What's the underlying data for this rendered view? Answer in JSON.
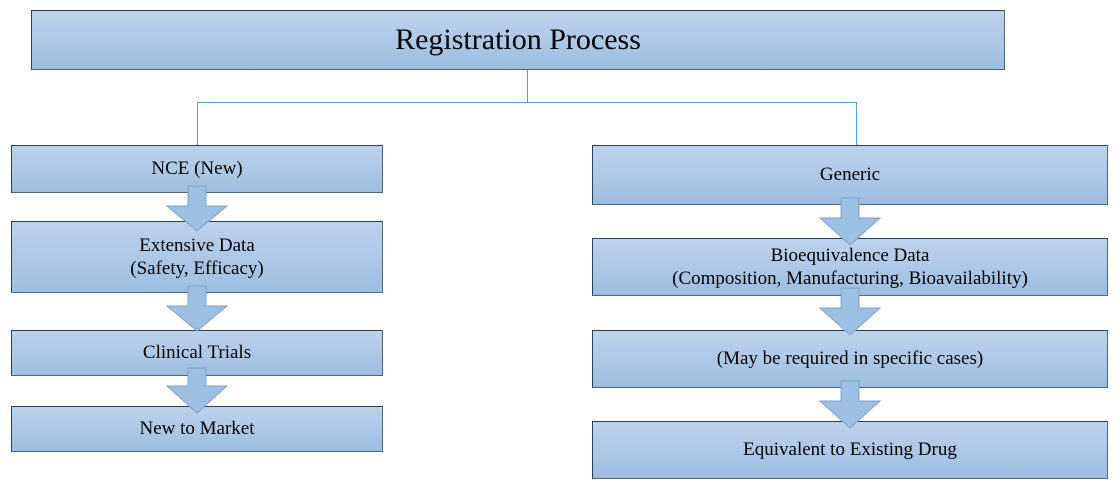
{
  "diagram": {
    "title": "Registration Process",
    "branches": [
      {
        "id": "nce",
        "name": "NCE (New)",
        "steps": [
          {
            "line1": "NCE (New)",
            "line2": ""
          },
          {
            "line1": "Extensive Data",
            "line2": "(Safety, Efficacy)"
          },
          {
            "line1": "Clinical Trials",
            "line2": ""
          },
          {
            "line1": "New to Market",
            "line2": ""
          }
        ]
      },
      {
        "id": "generic",
        "name": "Generic",
        "steps": [
          {
            "line1": "Generic",
            "line2": ""
          },
          {
            "line1": "Bioequivalence Data",
            "line2": "(Composition, Manufacturing, Bioavailability)"
          },
          {
            "line1": "(May be required in specific cases)",
            "line2": ""
          },
          {
            "line1": "Equivalent to Existing Drug",
            "line2": ""
          }
        ]
      }
    ],
    "colors": {
      "box_fill_top": "#bcd2ec",
      "box_fill_bottom": "#9dbde0",
      "box_border": "#2f3f4f",
      "arrow_fill": "#9dbfe2",
      "arrow_border": "#7ba3cc",
      "connector_line": "#5b9bd5",
      "text": "#000000",
      "background": "#ffffff"
    }
  }
}
